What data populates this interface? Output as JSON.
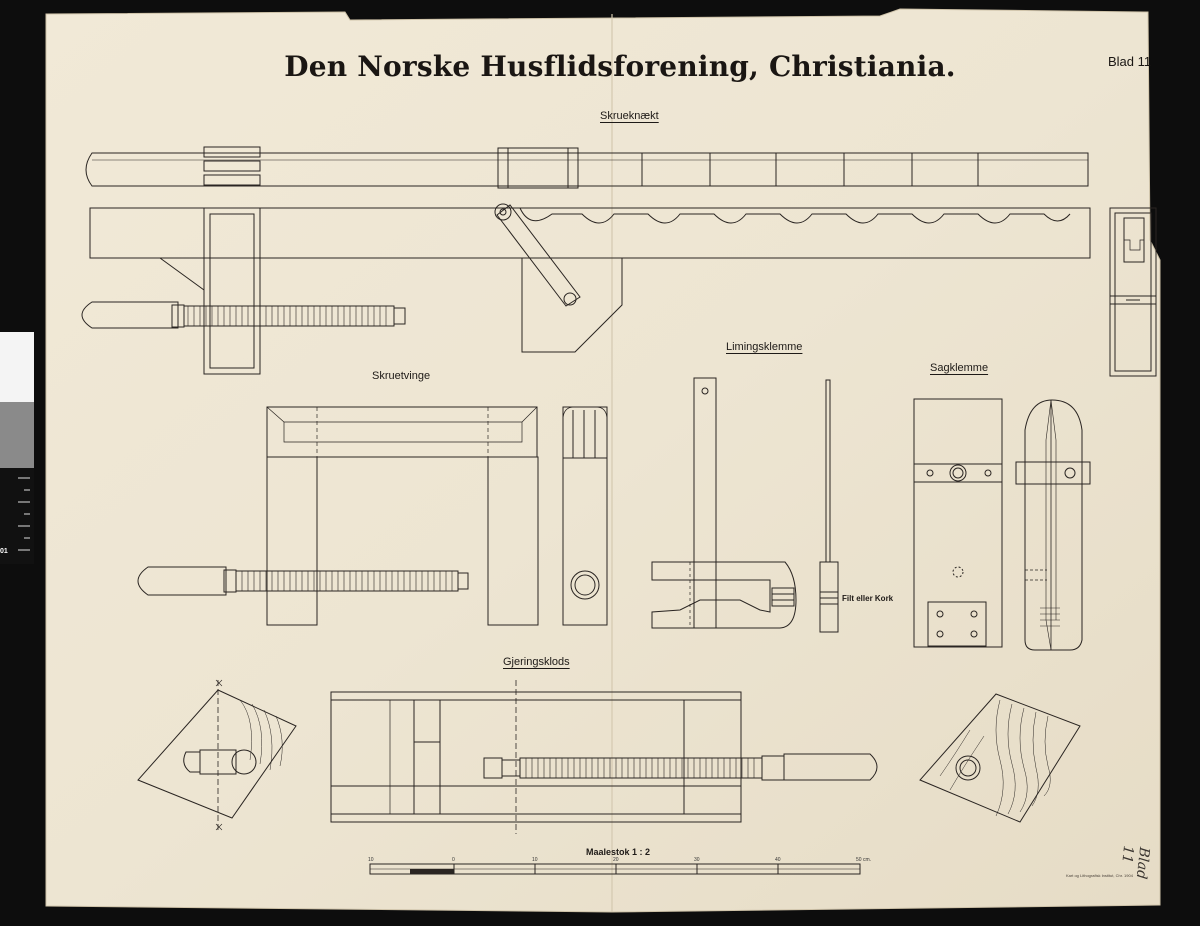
{
  "title": "Den Norske Husflidsforening, Christiania.",
  "sheet_number": "Blad 11",
  "labels": {
    "skrueknaekt": "Skrueknækt",
    "skruetvinge": "Skruetvinge",
    "limingsklemme": "Limingsklemme",
    "sagklemme": "Sagklemme",
    "filt_eller_kork": "Filt eller Kork",
    "gjeringsklods": "Gjeringsklods"
  },
  "scale": {
    "title": "Maalestok 1 : 2",
    "ticks": [
      "10",
      "0",
      "10",
      "20",
      "30",
      "40",
      "50 cm."
    ]
  },
  "printer_imprint": "Kart og Lithografisk Institut, Chr. 1904",
  "handwritten_note": "Blad 11",
  "ruler_label": "01",
  "colors": {
    "paper": "#efe7d5",
    "ink": "#2a2522",
    "background": "#0d0d0d"
  }
}
